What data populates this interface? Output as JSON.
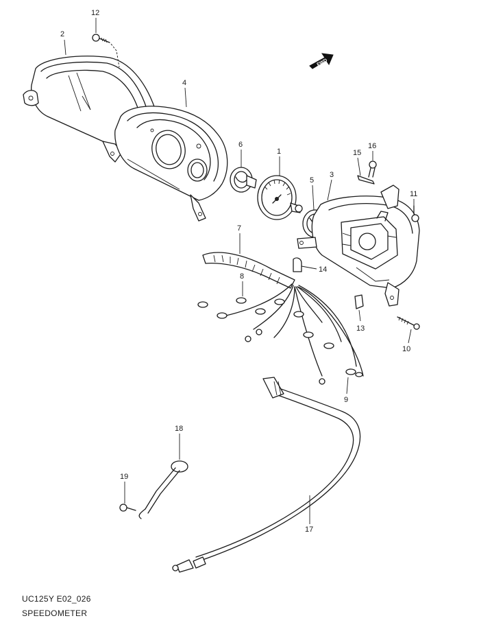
{
  "diagram": {
    "model_code": "UC125Y E02_026",
    "section_title": "SPEEDOMETER",
    "direction_badge": "FWD",
    "callouts": [
      "1",
      "2",
      "3",
      "4",
      "5",
      "6",
      "7",
      "8",
      "9",
      "10",
      "11",
      "12",
      "13",
      "14",
      "15",
      "16",
      "17",
      "18",
      "19"
    ]
  }
}
